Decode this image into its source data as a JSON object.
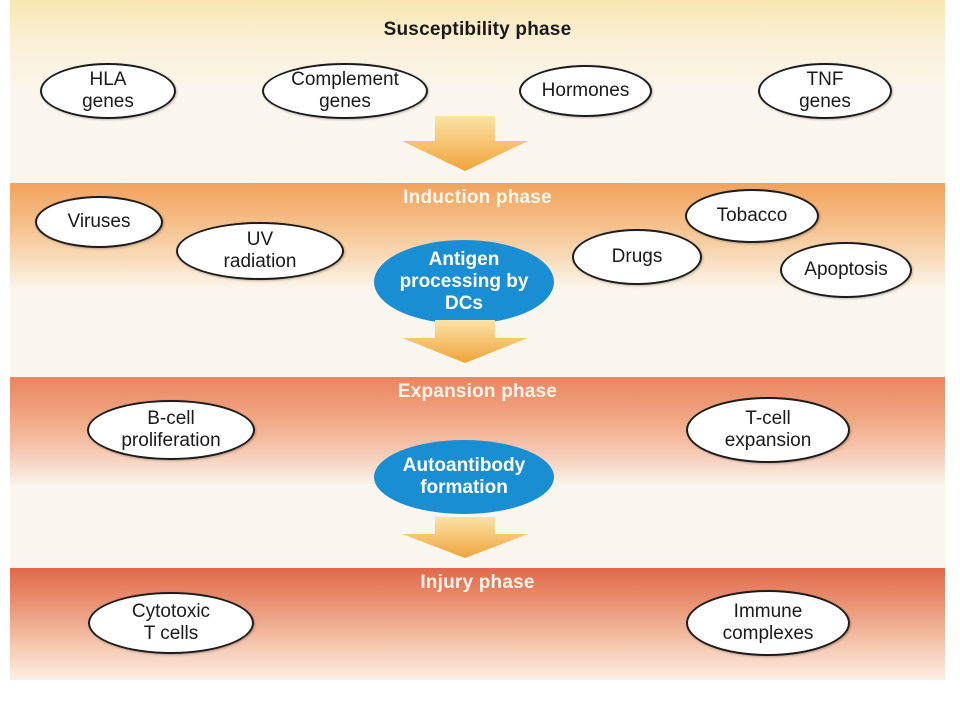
{
  "phases": {
    "susceptibility": {
      "title": "Susceptibility phase",
      "factors": [
        "HLA\ngenes",
        "Complement\ngenes",
        "Hormones",
        "TNF\ngenes"
      ]
    },
    "induction": {
      "title": "Induction phase",
      "factors": [
        "Viruses",
        "UV\nradiation",
        "Drugs",
        "Tobacco",
        "Apoptosis"
      ],
      "hub": "Antigen\nprocessing by\nDCs"
    },
    "expansion": {
      "title": "Expansion phase",
      "factors": [
        "B-cell\nproliferation",
        "T-cell\nexpansion"
      ],
      "hub": "Autoantibody\nformation"
    },
    "injury": {
      "title": "Injury phase",
      "factors": [
        "Cytotoxic\nT cells",
        "Immune\ncomplexes"
      ]
    }
  },
  "colors": {
    "hub_blue": "#1a8ed2",
    "arrow_orange": "#f1a33a",
    "band_susceptibility": "#f8e7b3",
    "band_induction": "#f2a25c",
    "band_expansion": "#ea8560",
    "band_injury": "#e0694a"
  }
}
